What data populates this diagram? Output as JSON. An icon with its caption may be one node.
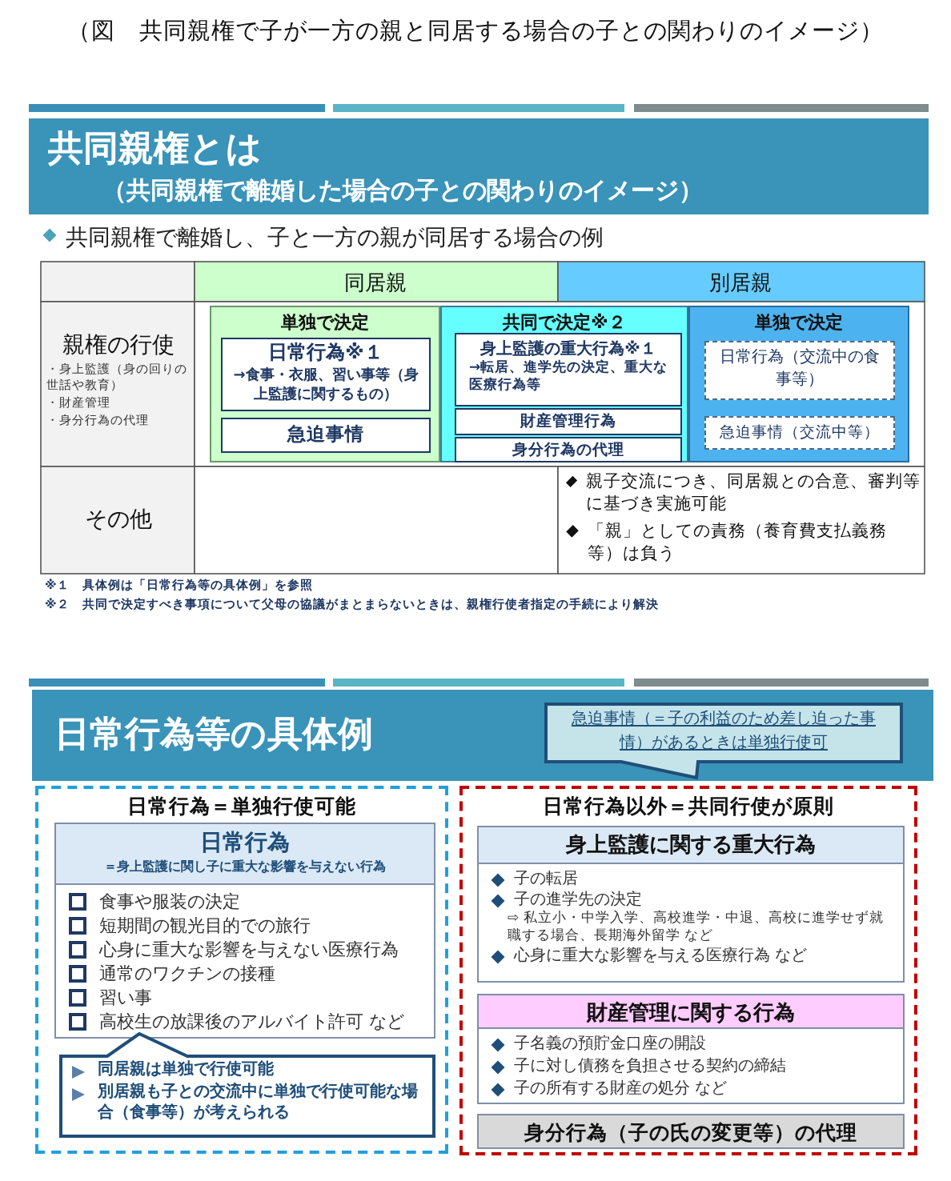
{
  "diagram": {
    "title": "（図　共同親権で子が一方の親と同居する場合の子との関わりのイメージ）",
    "nodes": [
      {
        "text": [
          "共同親権とは",
          "（共同親権で離婚した場合の子との関わりのイメージ）"
        ]
      },
      {
        "text": [
          "単独で決定"
        ]
      },
      {
        "text": [
          "日常行為※１",
          "→食事・衣服、習い事等（身上監護に関するもの）"
        ],
        "in": 1
      },
      {
        "text": [
          "急迫事情"
        ],
        "in": 1
      },
      {
        "text": [
          "共同で決定※２"
        ]
      },
      {
        "text": [
          "身上監護の重大行為※１",
          "→転居、進学先の決定、重大な医療行為等"
        ],
        "in": 4
      },
      {
        "text": [
          "財産管理行為"
        ],
        "in": 4
      },
      {
        "text": [
          "身分行為の代理"
        ],
        "in": 4
      },
      {
        "text": [
          "単独で決定"
        ]
      },
      {
        "text": [
          "日常行為（交流中の食事等）"
        ],
        "in": 8
      },
      {
        "text": [
          "急迫事情（交流中等）"
        ],
        "in": 8
      },
      {
        "text": [
          "日常行為等の具体例"
        ]
      },
      {
        "text": [
          "急迫事情（＝子の利益のため差し迫った事情）があるときは単独行使可"
        ],
        "in": 11
      },
      {
        "text": [
          "日常行為＝単独行使可能"
        ]
      },
      {
        "text": [
          "日常行為",
          "＝身上監護に関し子に重大な影響を与えない行為",
          "食事や服装の決定",
          "短期間の観光目的での旅行",
          "心身に重大な影響を与えない医療行為",
          "通常のワクチンの接種",
          "習い事",
          "高校生の放課後のアルバイト許可 など"
        ],
        "in": 13
      },
      {
        "text": [
          "同居親は単独で行使可能",
          "別居親も子との交流中に単独で行使可能な場合（食事等）が考えられる"
        ],
        "in": 13
      },
      {
        "text": [
          "日常行為以外＝共同行使が原則"
        ]
      },
      {
        "text": [
          "身上監護に関する重大行為",
          "子の転居",
          "子の進学先の決定",
          "⇨ 私立小・中学入学、高校進学・中退、高校に進学せず就職する場合、長期海外留学 など",
          "心身に重大な影響を与える医療行為 など"
        ],
        "in": 16
      },
      {
        "text": [
          "財産管理に関する行為",
          "子名義の預貯金口座の開設",
          "子に対し債務を負担させる契約の締結",
          "子の所有する財産の処分 など"
        ],
        "in": 16
      },
      {
        "text": [
          "身分行為（子の氏の変更等）の代理"
        ],
        "in": 16
      }
    ],
    "labels": [
      "共同親権で離婚し、子と一方の親が同居する場合の例",
      "同居親",
      "別居親",
      "親権の行使",
      "・身上監護（身の回りの世話や教育）",
      "・財産管理",
      "・身分行為の代理",
      "その他",
      "親子交流につき、同居親との合意、審判等に基づき実施可能",
      "「親」としての責務（養育費支払義務等）は負う",
      "※１　具体例は「日常行為等の具体例」を参照",
      "※２　共同で決定すべき事項について父母の協議がまとまらないときは、親権行使者指定の手続により解決"
    ]
  }
}
